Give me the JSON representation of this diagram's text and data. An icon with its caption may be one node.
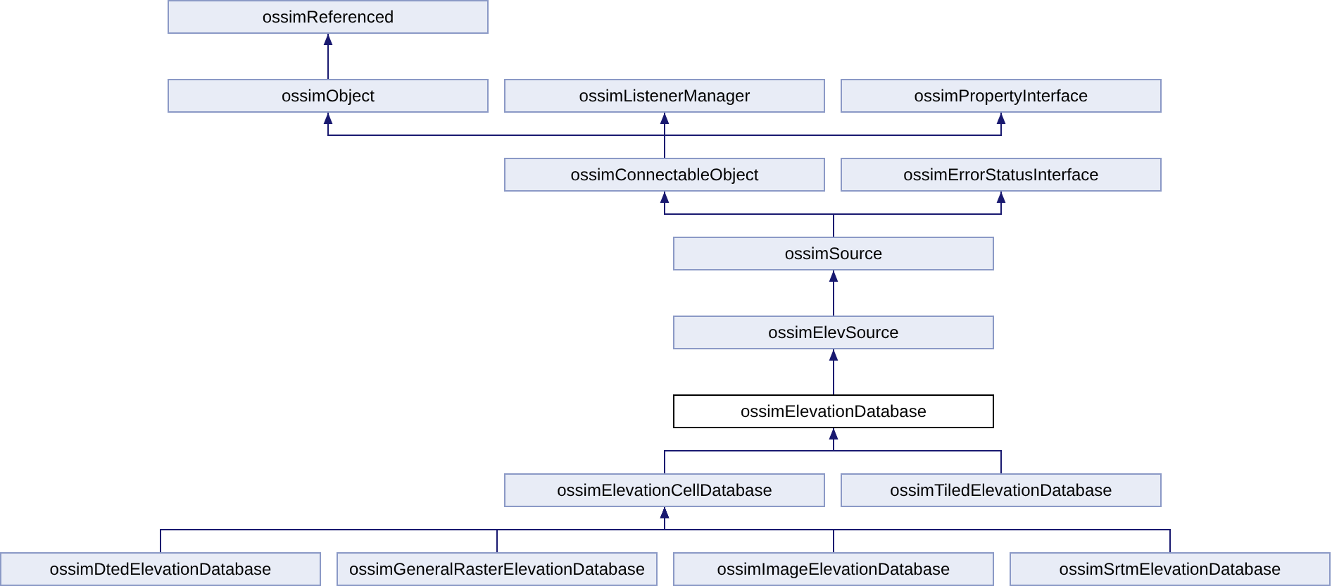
{
  "diagram": {
    "nodes": [
      {
        "text": [
          "ossimReferenced"
        ]
      },
      {
        "text": [
          "ossimObject"
        ]
      },
      {
        "text": [
          "ossimListenerManager"
        ]
      },
      {
        "text": [
          "ossimPropertyInterface"
        ]
      },
      {
        "text": [
          "ossimConnectableObject"
        ]
      },
      {
        "text": [
          "ossimErrorStatusInterface"
        ]
      },
      {
        "text": [
          "ossimSource"
        ]
      },
      {
        "text": [
          "ossimElevSource"
        ]
      },
      {
        "text": [
          "ossimElevationDatabase"
        ]
      },
      {
        "text": [
          "ossimElevationCellDatabase"
        ]
      },
      {
        "text": [
          "ossimTiledElevationDatabase"
        ]
      },
      {
        "text": [
          "ossimDtedElevationDatabase"
        ]
      },
      {
        "text": [
          "ossimGeneralRasterElevationDatabase"
        ]
      },
      {
        "text": [
          "ossimImageElevationDatabase"
        ]
      },
      {
        "text": [
          "ossimSrtmElevationDatabase"
        ]
      }
    ],
    "edges": [
      {
        "from": 1,
        "to": 0,
        "arrow": "to"
      },
      {
        "from": 4,
        "to": 1,
        "arrow": "to"
      },
      {
        "from": 4,
        "to": 2,
        "arrow": "to"
      },
      {
        "from": 4,
        "to": 3,
        "arrow": "to"
      },
      {
        "from": 6,
        "to": 4,
        "arrow": "to"
      },
      {
        "from": 6,
        "to": 5,
        "arrow": "to"
      },
      {
        "from": 7,
        "to": 6,
        "arrow": "to"
      },
      {
        "from": 8,
        "to": 7,
        "arrow": "to"
      },
      {
        "from": 9,
        "to": 8,
        "arrow": "to"
      },
      {
        "from": 10,
        "to": 8,
        "arrow": "to"
      },
      {
        "from": 11,
        "to": 9,
        "arrow": "to"
      },
      {
        "from": 12,
        "to": 9,
        "arrow": "to"
      },
      {
        "from": 13,
        "to": 9,
        "arrow": "to"
      },
      {
        "from": 14,
        "to": 9,
        "arrow": "to"
      }
    ]
  }
}
